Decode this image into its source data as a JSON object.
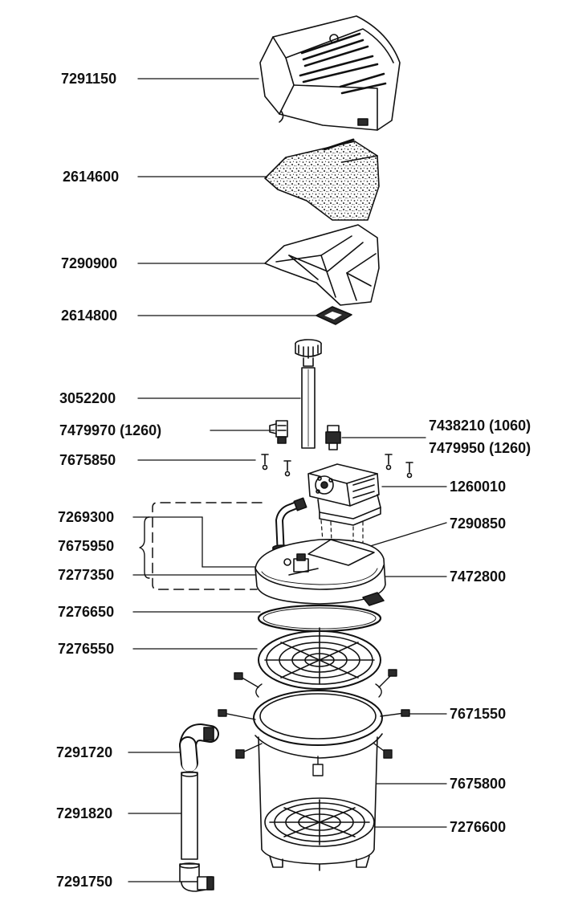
{
  "diagram": {
    "parts": [
      {
        "id": "top-cover",
        "number": "7291150"
      },
      {
        "id": "pad",
        "number": "2614600"
      },
      {
        "id": "pad-holder",
        "number": "7290900"
      },
      {
        "id": "small-pad",
        "number": "2614800"
      },
      {
        "id": "tube",
        "number": "3052200"
      },
      {
        "id": "fitting-left",
        "number": "7479970 (1260)"
      },
      {
        "id": "fitting-right-a",
        "number": "7438210 (1060)"
      },
      {
        "id": "fitting-right-b",
        "number": "7479950 (1260)"
      },
      {
        "id": "screws",
        "number": "7675850"
      },
      {
        "id": "pump",
        "number": "1260010"
      },
      {
        "id": "elbow-set-a",
        "number": "7269300"
      },
      {
        "id": "elbow-set-b",
        "number": "7675950"
      },
      {
        "id": "mount-plate",
        "number": "7290850"
      },
      {
        "id": "valve",
        "number": "7277350"
      },
      {
        "id": "lid",
        "number": "7472800"
      },
      {
        "id": "gasket",
        "number": "7276650"
      },
      {
        "id": "top-grid",
        "number": "7276550"
      },
      {
        "id": "clips",
        "number": "7671550"
      },
      {
        "id": "elbow",
        "number": "7291720"
      },
      {
        "id": "canister",
        "number": "7675800"
      },
      {
        "id": "intake-tube",
        "number": "7291820"
      },
      {
        "id": "bottom-grid",
        "number": "7276600"
      },
      {
        "id": "bottom-elbow",
        "number": "7291750"
      }
    ]
  },
  "colors": {
    "ink": "#111111",
    "paper": "#ffffff",
    "fill": "#ececec",
    "dark": "#2a2a2a"
  }
}
